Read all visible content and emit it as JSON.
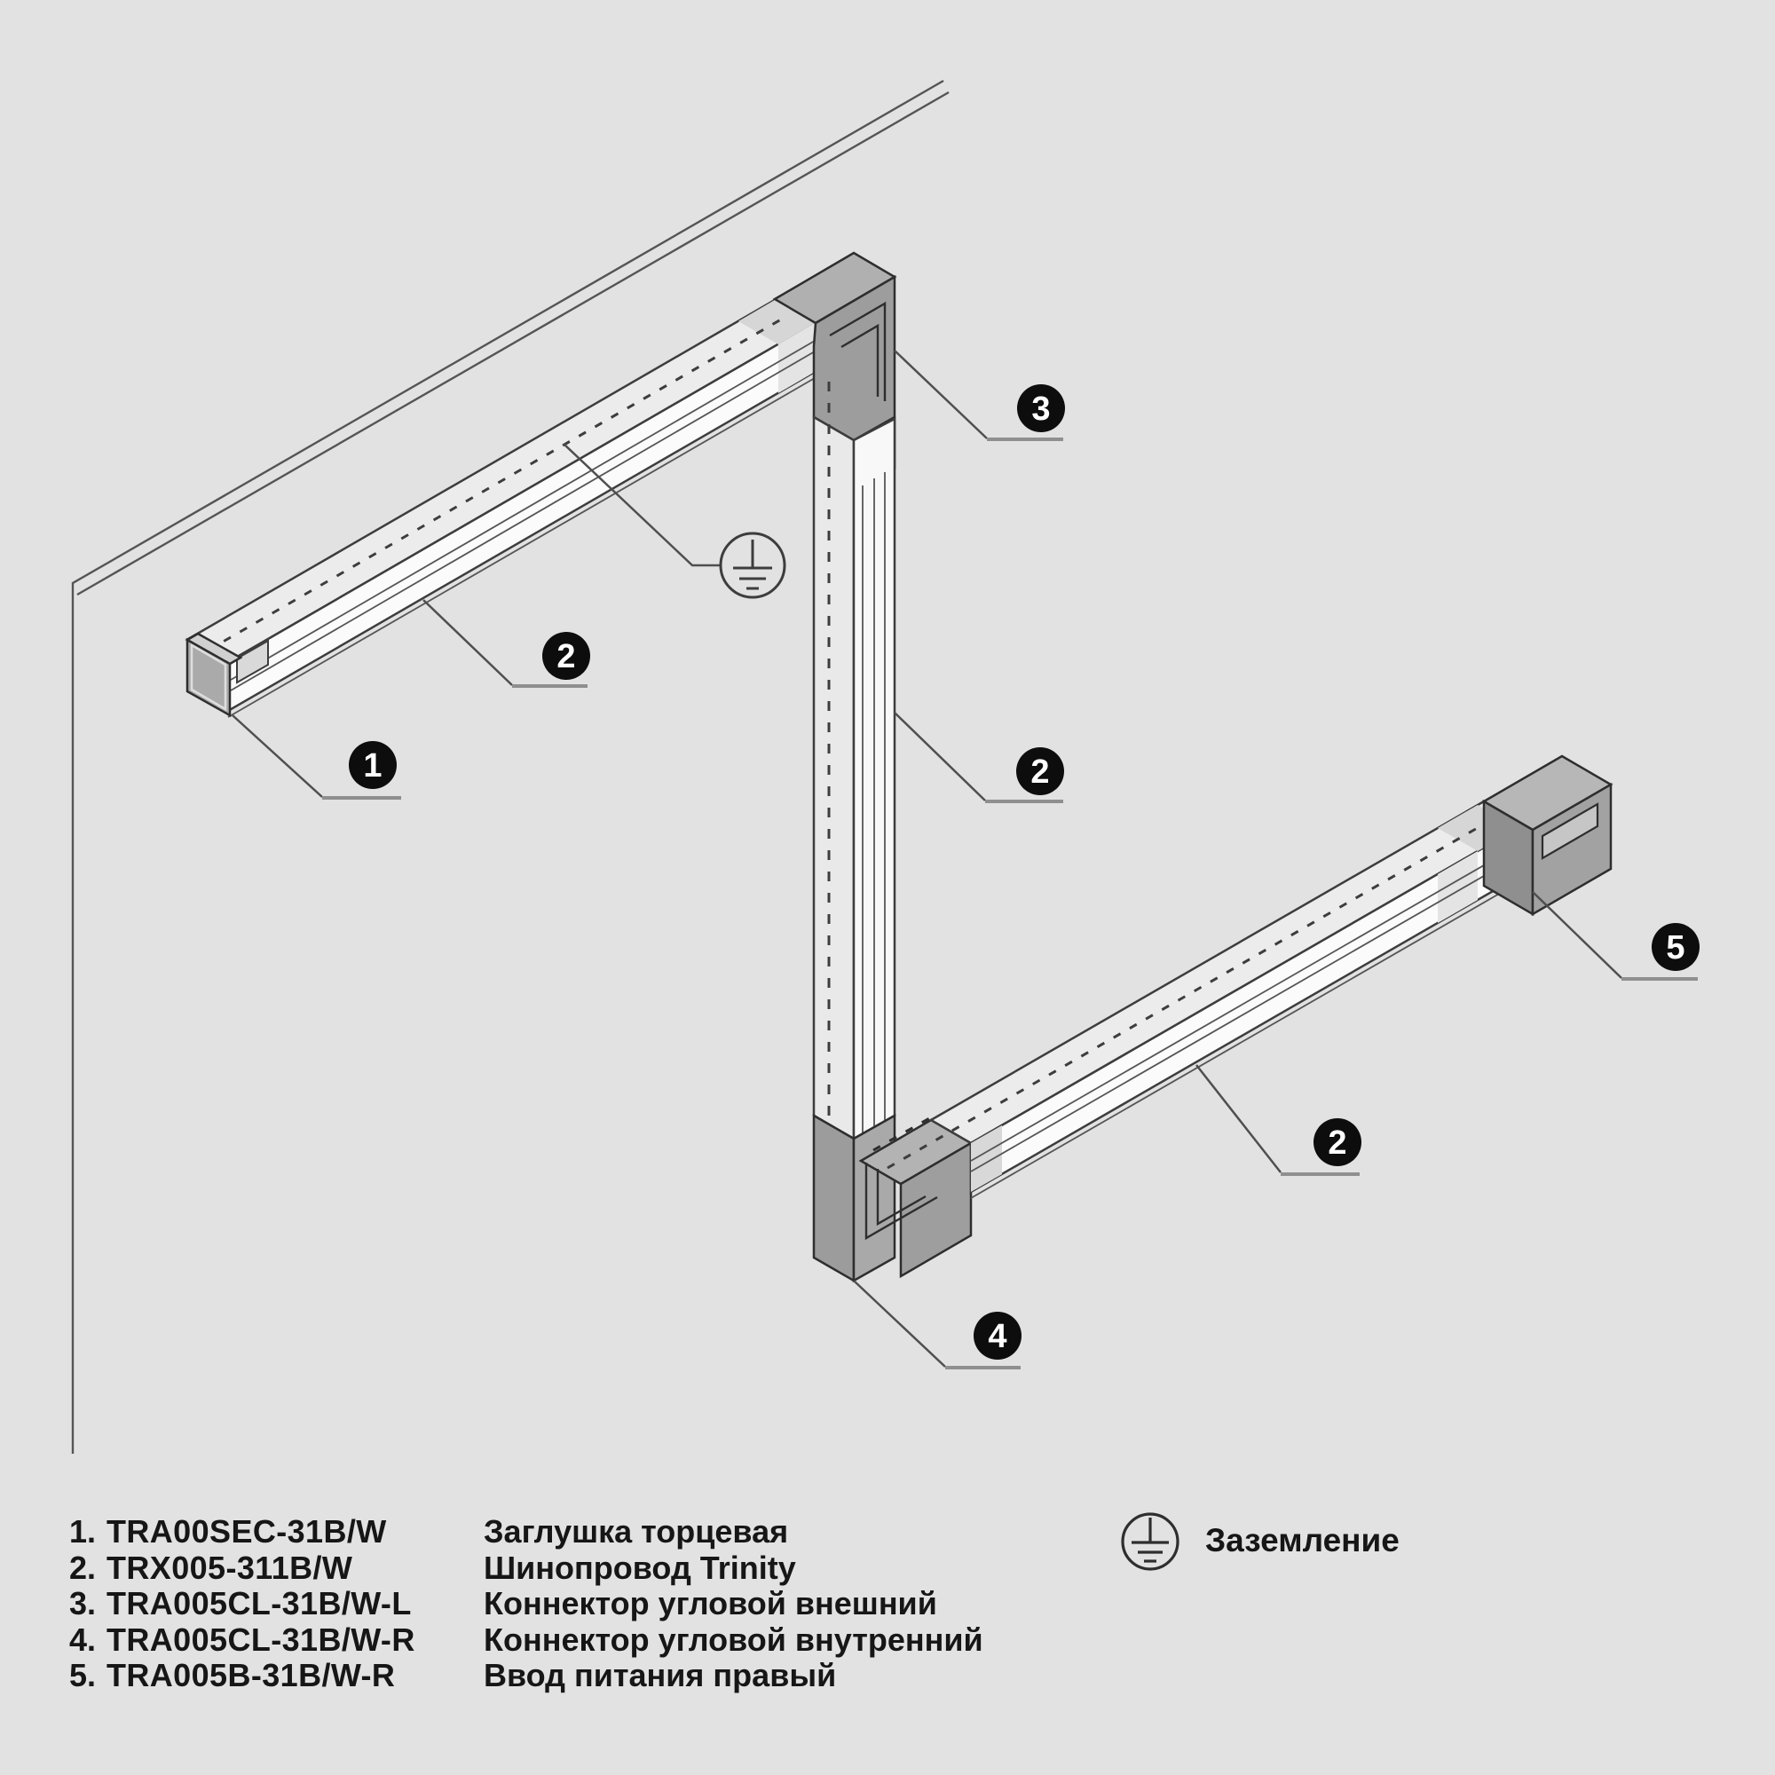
{
  "colors": {
    "background": "#e2e2e2",
    "badge_fill": "#0d0d0d",
    "outline": "#3d3d3d",
    "leader": "#4f4f4f",
    "connector_gray": "#9e9e9e"
  },
  "callouts": [
    {
      "label": "1",
      "target": "end-cap"
    },
    {
      "label": "2",
      "target": "upper-track"
    },
    {
      "label": "3",
      "target": "outer-corner-connector"
    },
    {
      "label": "2",
      "target": "vertical-track"
    },
    {
      "label": "2",
      "target": "lower-track"
    },
    {
      "label": "4",
      "target": "inner-corner-connector"
    },
    {
      "label": "5",
      "target": "power-feed"
    }
  ],
  "legend": {
    "items": [
      {
        "num": "1.",
        "code": "TRA00SEC-31B/W",
        "desc": "Заглушка торцевая"
      },
      {
        "num": "2.",
        "code": "TRX005-311B/W",
        "desc": "Шинопровод Trinity"
      },
      {
        "num": "3.",
        "code": "TRA005CL-31B/W-L",
        "desc": "Коннектор угловой внешний"
      },
      {
        "num": "4.",
        "code": "TRA005CL-31B/W-R",
        "desc": "Коннектор угловой внутренний"
      },
      {
        "num": "5.",
        "code": "TRA005B-31B/W-R",
        "desc": "Ввод питания правый"
      }
    ]
  },
  "ground_legend": {
    "label": "Заземление"
  }
}
